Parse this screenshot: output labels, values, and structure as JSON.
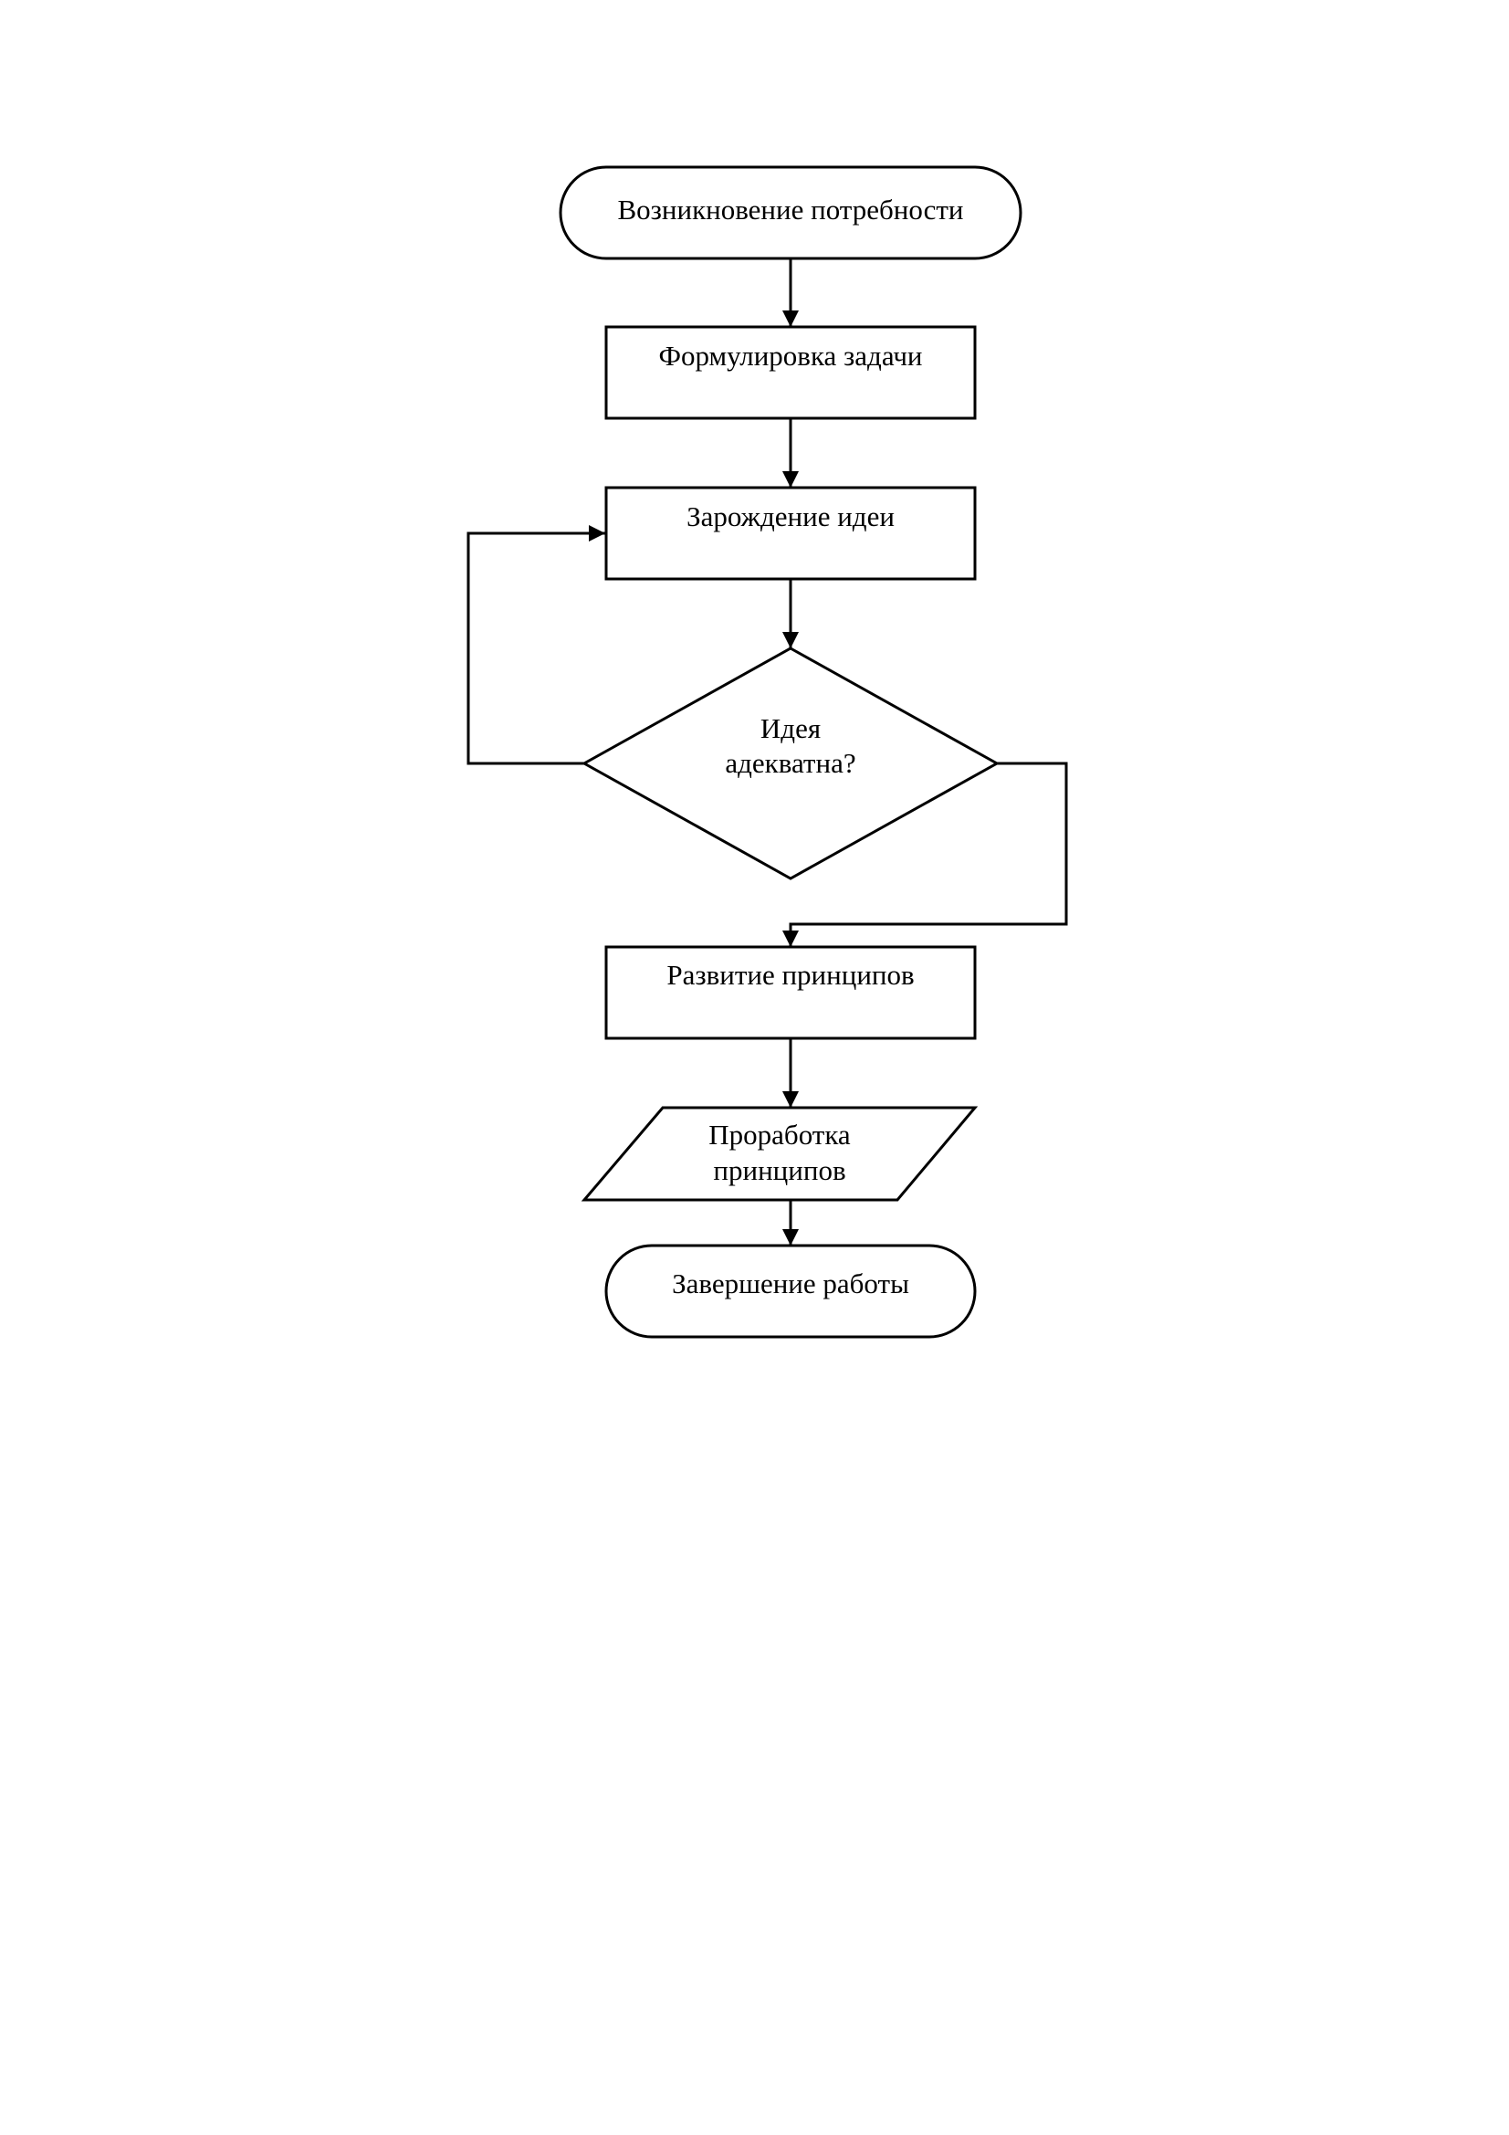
{
  "diagram": {
    "nodes": {
      "start": {
        "label": "Возникновение потребности",
        "shape": "terminator"
      },
      "formulate": {
        "label": "Формулировка задачи",
        "shape": "process"
      },
      "idea": {
        "label": "Зарождение идеи",
        "shape": "process"
      },
      "decision": {
        "line1": "Идея",
        "line2": "адекватна?",
        "shape": "decision"
      },
      "develop": {
        "label": "Развитие принципов",
        "shape": "process"
      },
      "elaborate": {
        "line1": "Проработка",
        "line2": "принципов",
        "shape": "data"
      },
      "end": {
        "label": "Завершение работы",
        "shape": "terminator"
      }
    },
    "edges": [
      {
        "from": "start",
        "to": "formulate"
      },
      {
        "from": "formulate",
        "to": "idea"
      },
      {
        "from": "idea",
        "to": "decision"
      },
      {
        "from": "decision",
        "to": "idea",
        "exit": "left"
      },
      {
        "from": "decision",
        "to": "develop",
        "exit": "right"
      },
      {
        "from": "develop",
        "to": "elaborate"
      },
      {
        "from": "elaborate",
        "to": "end"
      }
    ],
    "colors": {
      "stroke": "#000000",
      "fill": "#ffffff",
      "background": "#ffffff"
    }
  }
}
